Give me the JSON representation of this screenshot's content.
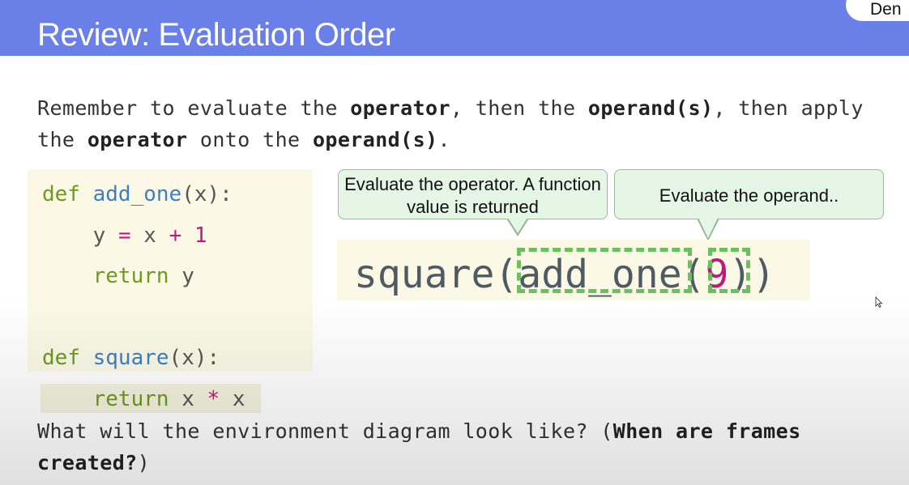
{
  "header": {
    "title": "Review: Evaluation Order",
    "demo_tab": "Den"
  },
  "intro": {
    "p1": "Remember to evaluate the ",
    "b1": "operator",
    "p2": ", then the ",
    "b2": "operand(s)",
    "p3": ", then apply the ",
    "b3": "operator",
    "p4": " onto the ",
    "b4": "operand(s)",
    "p5": "."
  },
  "code": {
    "line1": {
      "kw": "def",
      "sp": " ",
      "fn": "add_one",
      "rest": "(x):"
    },
    "line2": {
      "indent": "    ",
      "a": "y ",
      "op1": "=",
      "b": " x ",
      "op2": "+",
      "c": " ",
      "num": "1"
    },
    "line3": {
      "indent": "    ",
      "kw": "return",
      "rest": " y"
    },
    "line4": {
      "kw": "def",
      "sp": " ",
      "fn": "square",
      "rest": "(x):"
    },
    "line5": {
      "indent": "    ",
      "kw": "return",
      "a": " x ",
      "op": "*",
      "b": " x"
    }
  },
  "callouts": {
    "operator": "Evaluate the operator. A function value is returned",
    "operand": "Evaluate the operand.."
  },
  "expression": {
    "pre": "square(",
    "operator": "add_one",
    "paren": "(",
    "operand": "9",
    "post": "))"
  },
  "question": {
    "p1": "What will the environment diagram look like? (",
    "b1": "When are frames created?",
    "p2": ")"
  },
  "colors": {
    "title_bar": "#6a7fe8",
    "keyword": "#6c9a1e",
    "function_name": "#3e7fc1",
    "number": "#c2187a",
    "dash_highlight": "#6abf5e",
    "callout_fill": "#e6f6e6"
  },
  "icons": {
    "cursor": "mouse-pointer-icon"
  }
}
